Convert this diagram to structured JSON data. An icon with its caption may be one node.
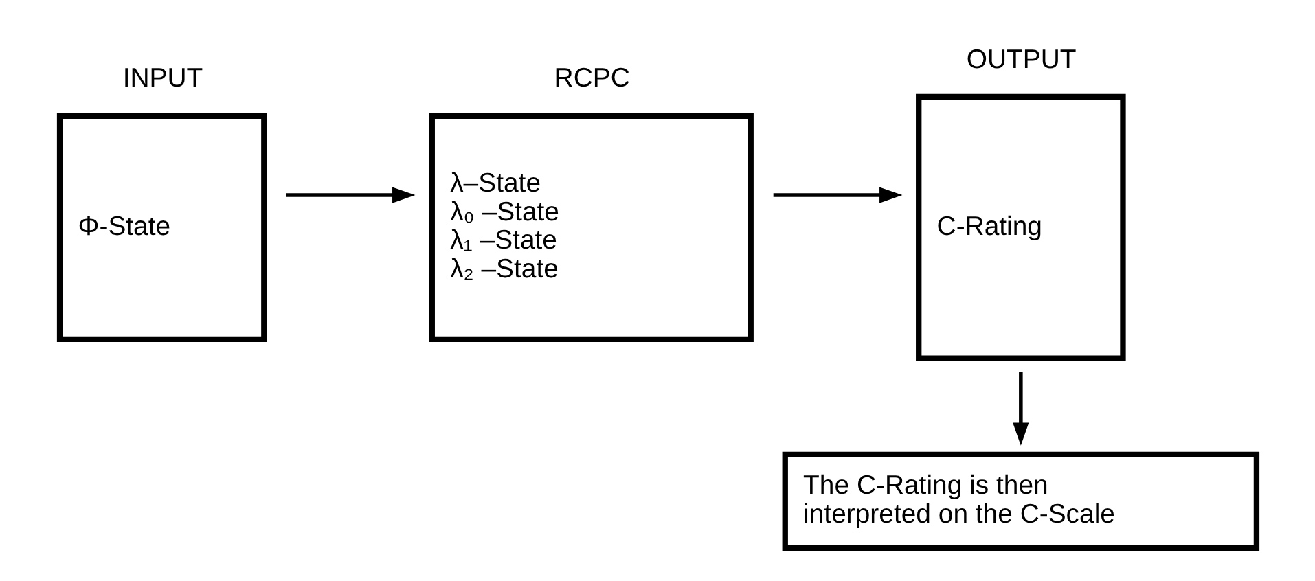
{
  "diagram": {
    "nodes": [
      {
        "text": [
          "INPUT",
          "Φ-State"
        ]
      },
      {
        "text": [
          "RCPC",
          "λ–State",
          "λ₀ –State",
          "λ₁ –State",
          "λ₂ –State"
        ]
      },
      {
        "text": [
          "OUTPUT",
          "C-Rating"
        ]
      },
      {
        "text": [
          "The C-Rating is then interpreted on the C-Scale"
        ]
      }
    ],
    "edges": [
      {
        "from": 0,
        "to": 1,
        "arrow": "to"
      },
      {
        "from": 1,
        "to": 2,
        "arrow": "to"
      },
      {
        "from": 2,
        "to": 3,
        "arrow": "to"
      }
    ]
  }
}
